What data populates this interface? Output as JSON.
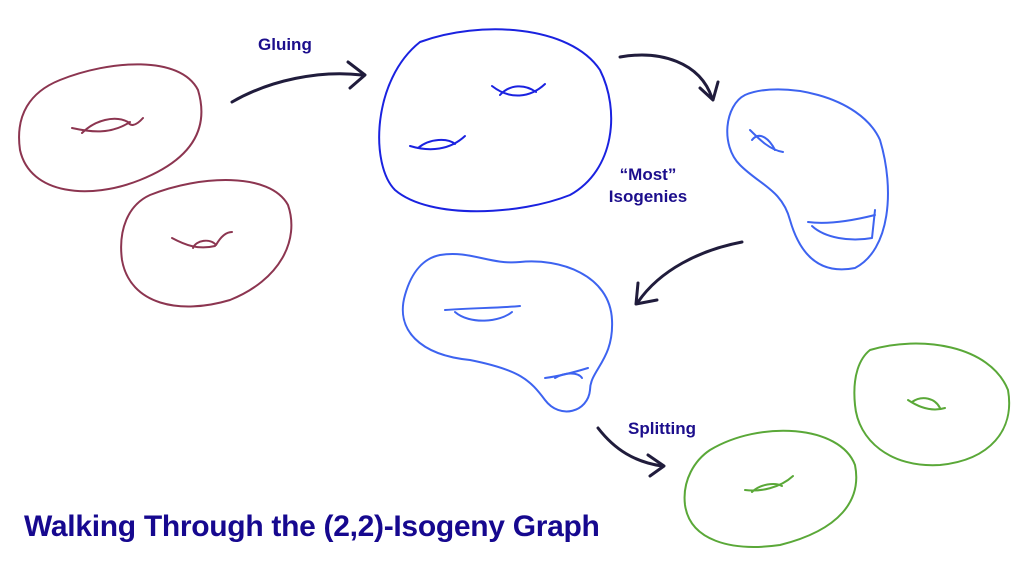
{
  "title": "Walking Through the (2,2)-Isogeny Graph",
  "labels": {
    "gluing": "Gluing",
    "most_isogenies_line1": "“Most”",
    "most_isogenies_line2": "Isogenies",
    "splitting": "Splitting"
  },
  "colors": {
    "product_surfaces": "#8c3550",
    "glued_surface": "#1a22e0",
    "isogenous_surfaces": "#3d63f0",
    "split_surfaces": "#5aa838",
    "arrows": "#201c3c",
    "text": "#1c0e8c"
  }
}
